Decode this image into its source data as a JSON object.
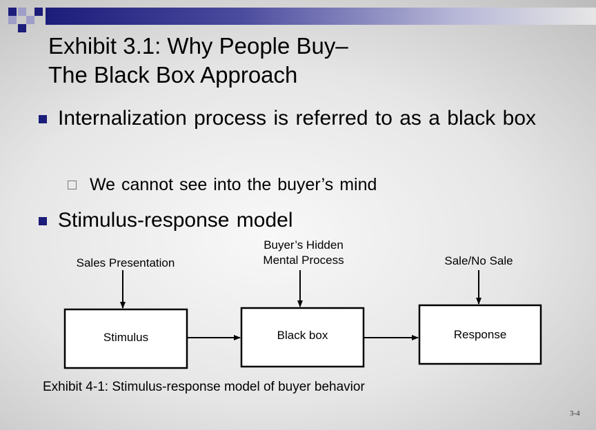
{
  "slide": {
    "title_line1": "Exhibit 3.1: Why People Buy–",
    "title_line2": "The Black Box Approach",
    "bullets": [
      {
        "text": "Internalization process is referred to as a black box"
      },
      {
        "text": "Stimulus-response model"
      }
    ],
    "sub_bullet": "We cannot see into the buyer’s mind",
    "slide_number": "3-4"
  },
  "diagram": {
    "inputs": [
      {
        "label": "Sales Presentation"
      },
      {
        "label_line1": "Buyer’s Hidden",
        "label_line2": "Mental Process"
      },
      {
        "label": "Sale/No Sale"
      }
    ],
    "boxes": [
      "Stimulus",
      "Black box",
      "Response"
    ],
    "caption": "Exhibit 4-1: Stimulus-response model of buyer behavior"
  },
  "colors": {
    "accent_navy": "#1c1c7a",
    "accent_light": "#9e9ec8"
  }
}
